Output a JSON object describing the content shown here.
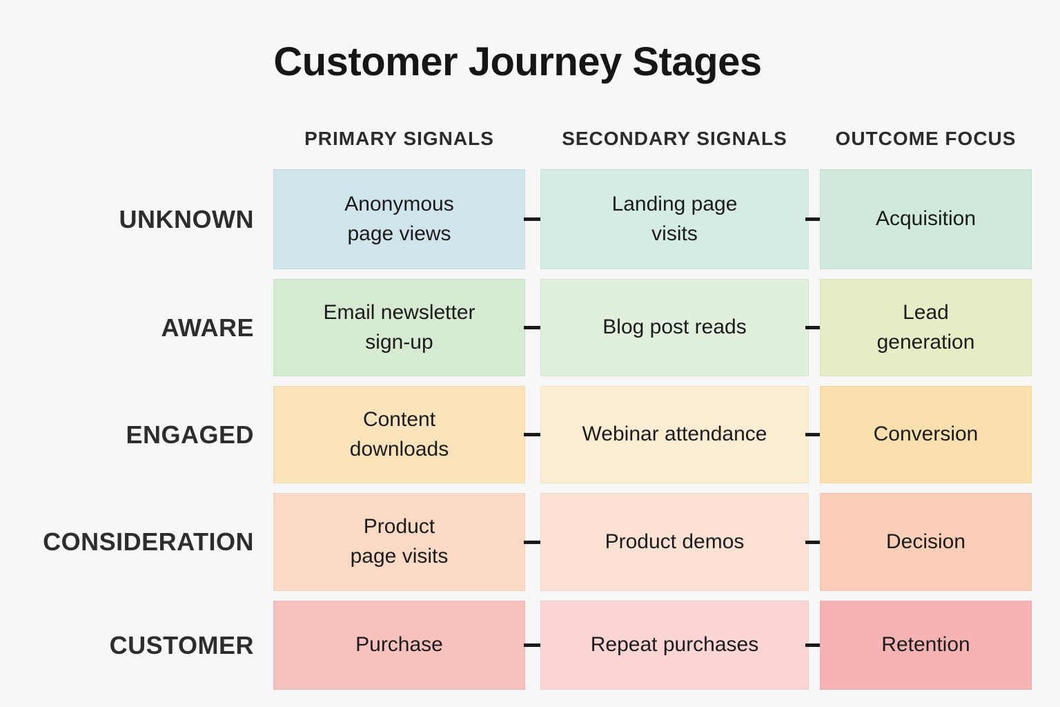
{
  "title": "Customer Journey Stages",
  "column_headers": [
    "PRIMARY SIGNALS",
    "SECONDARY SIGNALS",
    "OUTCOME FOCUS"
  ],
  "rows": [
    {
      "stage": "UNKNOWN",
      "cells": [
        {
          "text": "Anonymous\npage views",
          "color": "#cfe4eb"
        },
        {
          "text": "Landing page\nvisits",
          "color": "#d5ece4"
        },
        {
          "text": "Acquisition",
          "color": "#cfe9db"
        }
      ]
    },
    {
      "stage": "AWARE",
      "cells": [
        {
          "text": "Email newsletter\nsign-up",
          "color": "#d6e9d1"
        },
        {
          "text": "Blog post reads",
          "color": "#e0f0dc"
        },
        {
          "text": "Lead\ngeneration",
          "color": "#e6edc5"
        }
      ]
    },
    {
      "stage": "ENGAGED",
      "cells": [
        {
          "text": "Content\ndownloads",
          "color": "#fae3bb"
        },
        {
          "text": "Webinar attendance",
          "color": "#fcecd2"
        },
        {
          "text": "Conversion",
          "color": "#fbdfad"
        }
      ]
    },
    {
      "stage": "CONSIDERATION",
      "cells": [
        {
          "text": "Product\npage visits",
          "color": "#fcd9c4"
        },
        {
          "text": "Product demos",
          "color": "#fde2d4"
        },
        {
          "text": "Decision",
          "color": "#fbceb8"
        }
      ]
    },
    {
      "stage": "CUSTOMER",
      "cells": [
        {
          "text": "Purchase",
          "color": "#f8c1be"
        },
        {
          "text": "Repeat purchases",
          "color": "#fbd4d3"
        },
        {
          "text": "Retention",
          "color": "#f5b3b3"
        }
      ]
    }
  ],
  "colors": {
    "background": "#f7f7f7",
    "heading_text": "#161616",
    "header_text": "#2b2b2b",
    "label_text": "#2d2d2d",
    "cell_text": "#1b1b1b",
    "connector": "#1a1a1a"
  }
}
